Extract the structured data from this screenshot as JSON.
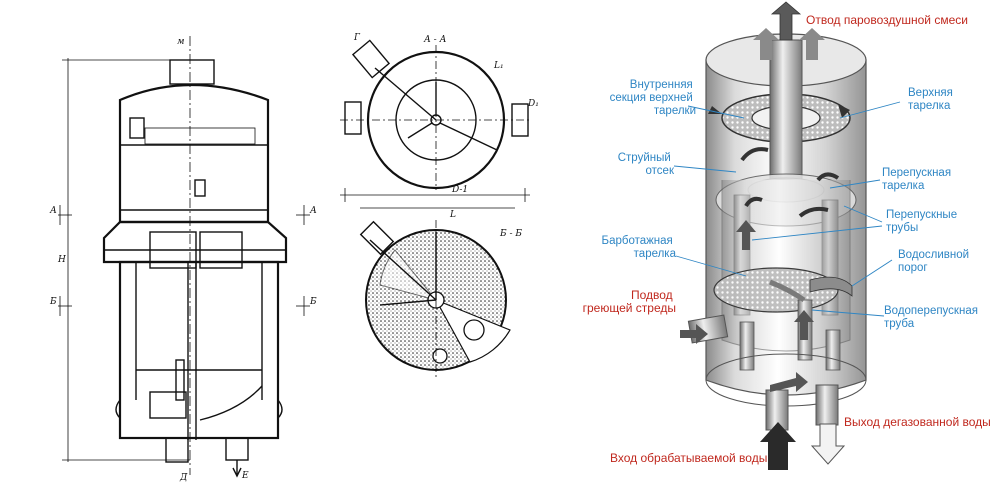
{
  "drawing_labels": {
    "top_mark": "м",
    "section_a_left": "А",
    "section_a_right": "А",
    "section_b_left": "Б",
    "section_b_right": "Б",
    "height_mark": "Н",
    "bottom_d": "Д",
    "bottom_e": "Е",
    "section_aa_title": "А - А",
    "section_bb_title": "Б - Б",
    "top_view_g": "Г",
    "dim_l1": "L₁",
    "dim_d1": "D₁",
    "dim_d": "D-1",
    "dim_l": "L"
  },
  "callouts_3d": {
    "steam_air_out": "Отвод паровоздушной смеси",
    "inner_section": "Внутренняя\nсекция верхней\nтарелки",
    "upper_tray": "Верхняя\nтарелка",
    "jet_compartment": "Струйный\nотсек",
    "bypass_tray": "Перепускная\nтарелка",
    "bypass_pipes": "Перепускные\nтрубы",
    "bubbling_tray": "Барботажная\nтарелка",
    "weir": "Водосливной\nпорог",
    "heating_medium_in": "Подвод\nгреющей стреды",
    "water_bypass_pipe": "Водоперепускная\nтруба",
    "degassed_water_out": "Выход дегазованной воды",
    "treated_water_in": "Вход обрабатываемой воды"
  },
  "colors": {
    "callout_blue": "#2f86c4",
    "flow_red": "#c0281e",
    "ink": "#111111"
  }
}
